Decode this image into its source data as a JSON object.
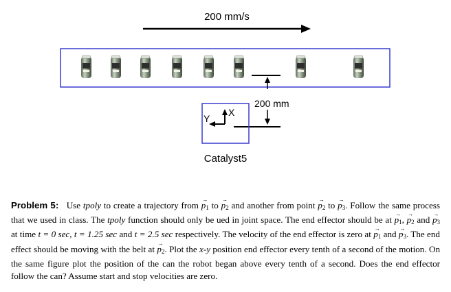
{
  "figure": {
    "speed_label": "200 mm/s",
    "distance_label": "200 mm",
    "robot_label": "Catalyst5",
    "axis_x_label": "X",
    "axis_y_label": "Y",
    "can_count": 8,
    "colors": {
      "conveyor_outline": "#3a3ad0",
      "robot_box_outline": "#3a3ad0",
      "ink": "#000000"
    }
  },
  "problem": {
    "heading": "Problem 5:",
    "t1": "Use",
    "tpoly": "tpoly",
    "t2": "to create a trajectory from",
    "p": "p",
    "n1": "1",
    "n2": "2",
    "n3": "3",
    "to": "to",
    "t3": "and another from point",
    "t4": ". Follow the same process that we used in class. The",
    "t5": "function should only be ued in joint space. The end effector should be at",
    "comma": ",",
    "and": "and",
    "t6": "at time",
    "t_eq_0": "t = 0 sec",
    "t_eq_1": "t = 1.25 sec",
    "t_eq_2": "t = 2.5 sec",
    "t7": "respectively. The velocity of the end effector is zero at",
    "t8": ". The end effect should be moving with the belt at",
    "t9": ". Plot the",
    "xy": "x-y",
    "t10": "position end effector every tenth of a second of the motion. On the same figure plot the position of the can the robot began above every tenth of a second. Does the end effector follow the can? Assume start and stop velocities are zero.",
    "period": "."
  }
}
